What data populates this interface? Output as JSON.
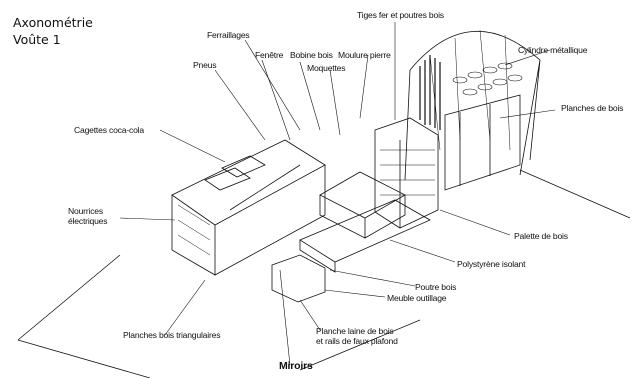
{
  "title": {
    "line1": "Axonométrie",
    "line2": "Voûte 1"
  },
  "labels": {
    "tiges": "Tiges fer et poutres bois",
    "ferraillages": "Ferraillages",
    "cylindre": "Cylindre métallique",
    "pneus": "Pneus",
    "fenetre": "Fenêtre",
    "bobine": "Bobine bois",
    "moulure": "Moulure pierre",
    "moquettes": "Moquettes",
    "planches_bois": "Planches de bois",
    "cagettes": "Cagettes coca-cola",
    "nourrices_1": "Nourrices",
    "nourrices_2": "électriques",
    "palette": "Palette de bois",
    "polystyrene": "Polystyrène isolant",
    "poutre": "Poutre bois",
    "meuble": "Meuble outillage",
    "triangulaires": "Planches bois triangulaires",
    "laine_1": "Planche laine de bois",
    "laine_2": "et rails de faux plafond",
    "miroirs": "Miroirs"
  }
}
